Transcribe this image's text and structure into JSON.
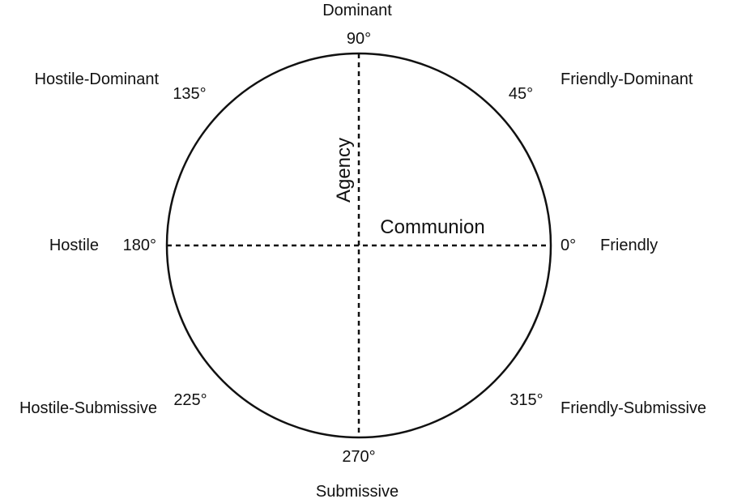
{
  "diagram": {
    "labels": {
      "dominant": "Dominant",
      "friendly_dominant": "Friendly-Dominant",
      "friendly": "Friendly",
      "friendly_submissive": "Friendly-Submissive",
      "submissive": "Submissive",
      "hostile_submissive": "Hostile-Submissive",
      "hostile": "Hostile",
      "hostile_dominant": "Hostile-Dominant"
    },
    "degrees": {
      "d0": "0°",
      "d45": "45°",
      "d90": "90°",
      "d135": "135°",
      "d180": "180°",
      "d225": "225°",
      "d270": "270°",
      "d315": "315°"
    },
    "axes": {
      "vertical": "Agency",
      "horizontal": "Communion"
    },
    "colors": {
      "stroke": "#111111",
      "background": "#ffffff"
    }
  }
}
